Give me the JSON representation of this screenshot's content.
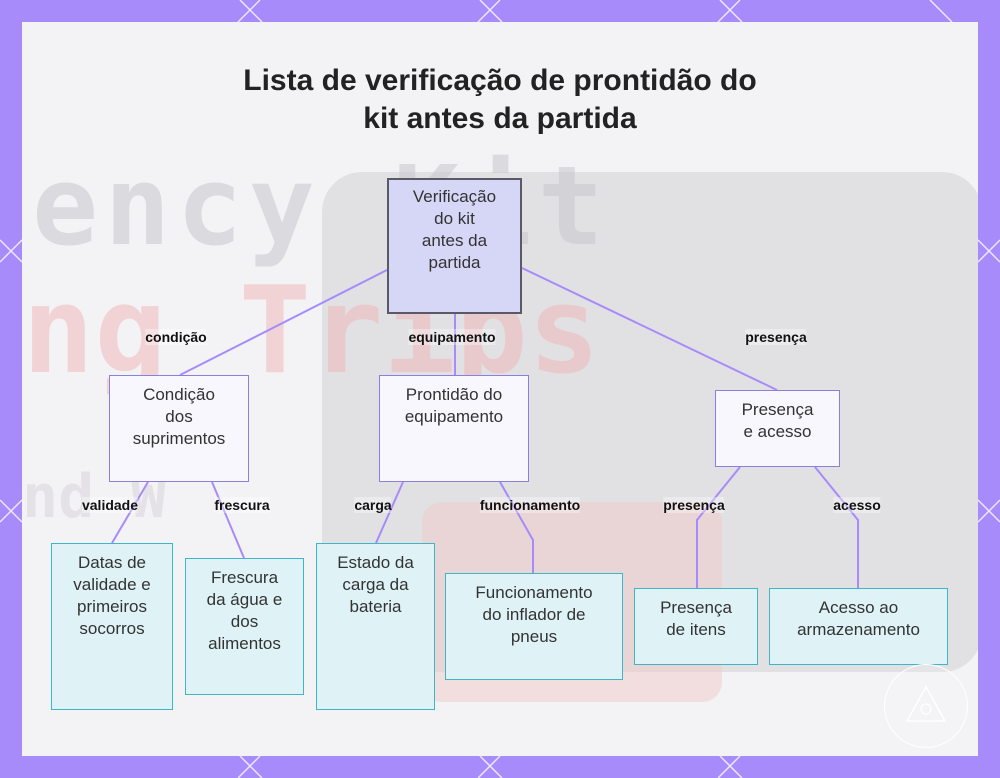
{
  "title": {
    "line1": "Lista de verificação de prontidão do",
    "line2": "kit antes da partida"
  },
  "nodes": {
    "root": [
      "Verificação",
      "do kit",
      "antes da",
      "partida"
    ],
    "condicao": [
      "Condição",
      "dos",
      "suprimentos"
    ],
    "equipamento": [
      "Prontidão do",
      "equipamento"
    ],
    "presenca": [
      "Presença",
      "e acesso"
    ],
    "validade": [
      "Datas de",
      "validade e",
      "primeiros",
      "socorros"
    ],
    "frescura": [
      "Frescura",
      "da água e",
      "dos",
      "alimentos"
    ],
    "carga": [
      "Estado da",
      "carga da",
      "bateria"
    ],
    "funcionamento": [
      "Funcionamento",
      "do inflador de",
      "pneus"
    ],
    "itens": [
      "Presença",
      "de itens"
    ],
    "acesso": [
      "Acesso ao",
      "armazenamento"
    ]
  },
  "edge_labels": {
    "condicao": "condição",
    "equipamento": "equipamento",
    "presenca": "presença",
    "validade": "validade",
    "frescura": "frescura",
    "carga": "carga",
    "funcionamento": "funcionamento",
    "itens": "presença",
    "acesso": "acesso"
  },
  "colors": {
    "frame": "#a78bfa",
    "edge": "#a78bfa",
    "root_fill": "#d6d6f7",
    "mid_border": "#8b80d9",
    "leaf_fill": "#dff3f7",
    "leaf_border": "#3fb5c5"
  },
  "watermark": {
    "text1": "ency Kit",
    "text2": "ng Trips",
    "text3": "nd W"
  }
}
